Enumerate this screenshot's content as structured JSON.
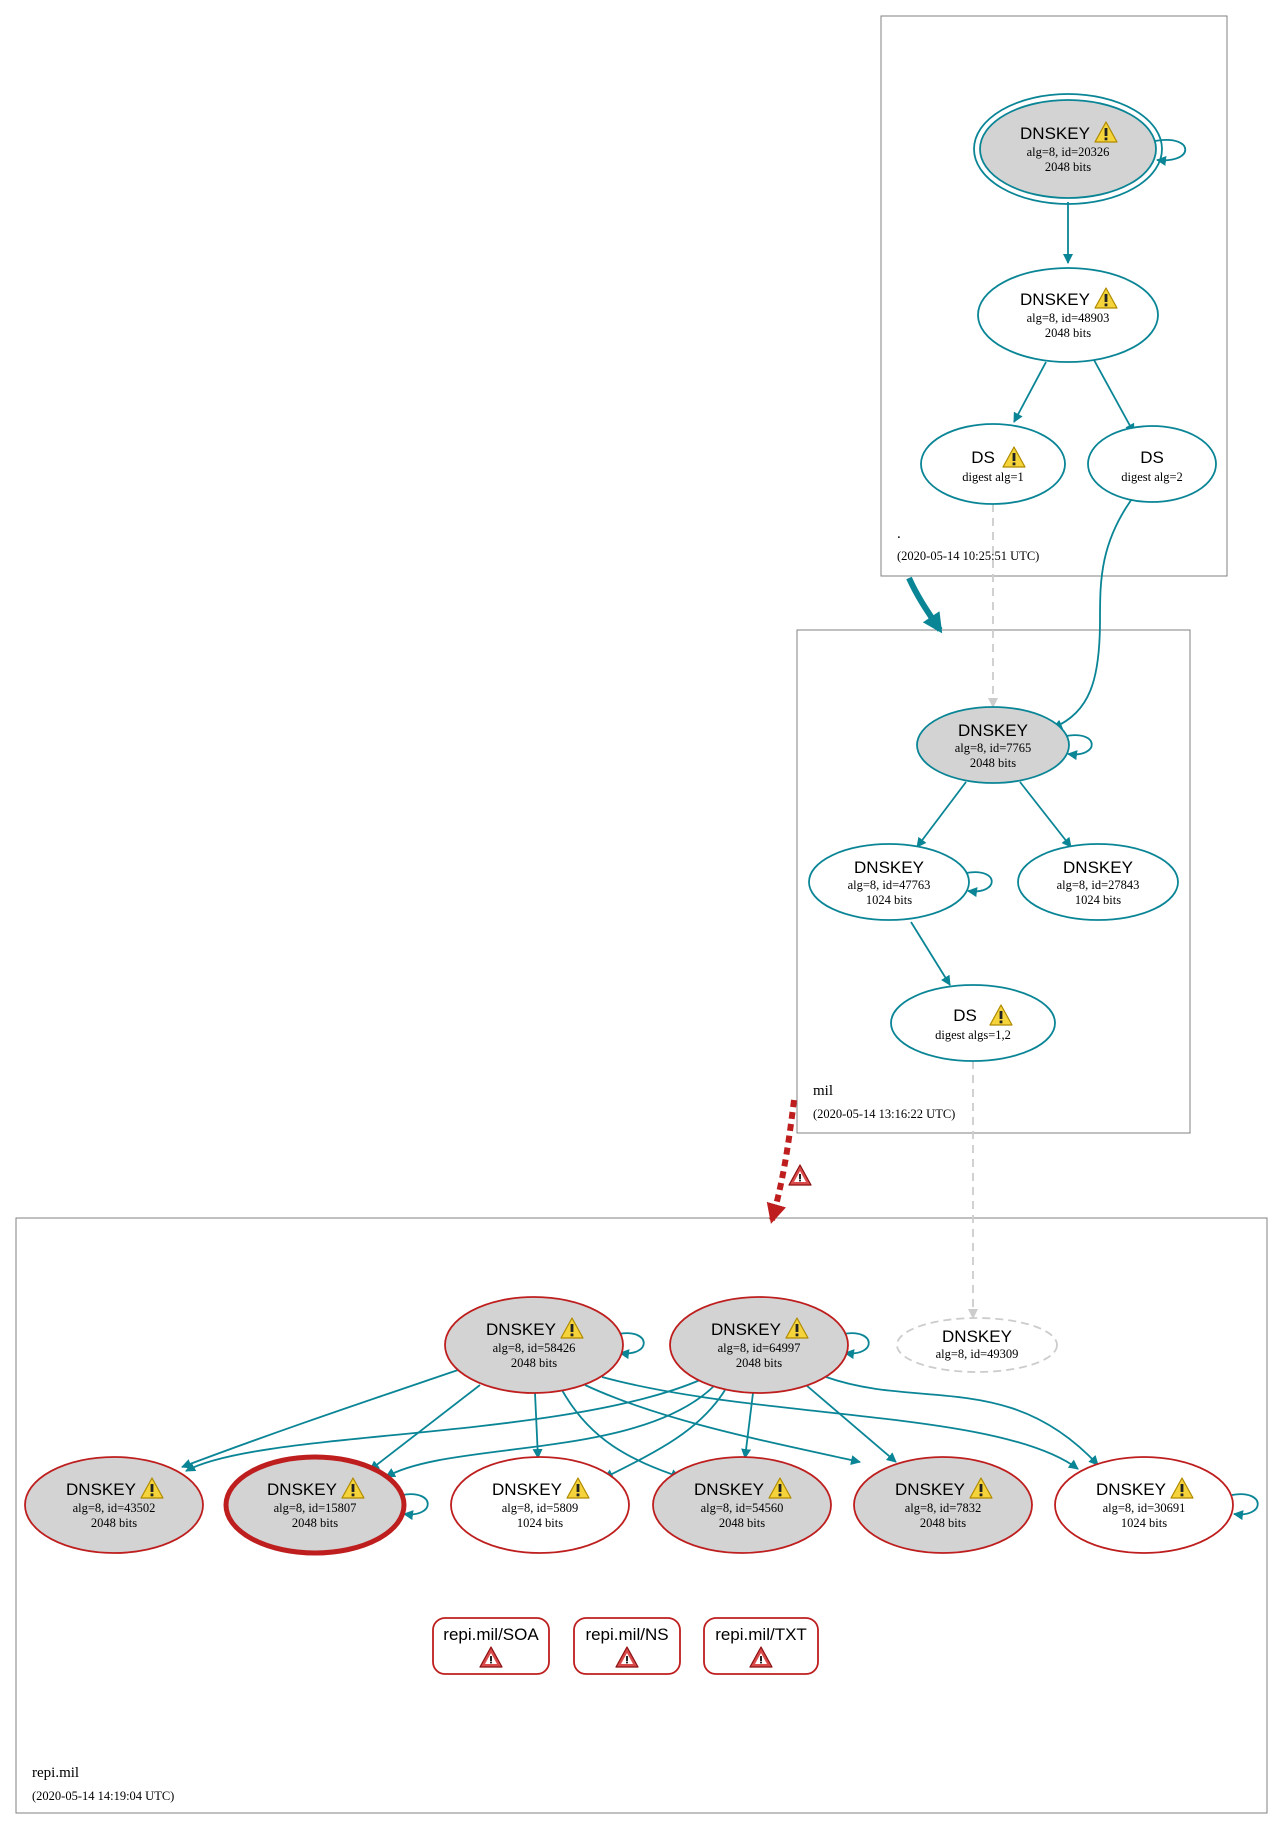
{
  "colors": {
    "edge": "#0a8596",
    "bogus": "#be1e1e",
    "insecure": "#cccccc",
    "node_fill": "#d3d3d3",
    "zone_border": "#808080"
  },
  "zones": {
    "root": {
      "name": ".",
      "timestamp": "(2020-05-14 10:25:51 UTC)"
    },
    "mil": {
      "name": "mil",
      "timestamp": "(2020-05-14 13:16:22 UTC)"
    },
    "repi": {
      "name": "repi.mil",
      "timestamp": "(2020-05-14 14:19:04 UTC)"
    }
  },
  "nodes": {
    "root_ksk": {
      "title": "DNSKEY",
      "line1": "alg=8, id=20326",
      "line2": "2048 bits",
      "warning": true,
      "filled": true,
      "status": "secure",
      "trust_anchor": true
    },
    "root_zsk": {
      "title": "DNSKEY",
      "line1": "alg=8, id=48903",
      "line2": "2048 bits",
      "warning": true,
      "filled": false,
      "status": "secure"
    },
    "root_ds1": {
      "title": "DS",
      "line1": "digest alg=1",
      "line2": "",
      "warning": true,
      "filled": false,
      "status": "secure"
    },
    "root_ds2": {
      "title": "DS",
      "line1": "digest alg=2",
      "line2": "",
      "warning": false,
      "filled": false,
      "status": "secure"
    },
    "mil_ksk": {
      "title": "DNSKEY",
      "line1": "alg=8, id=7765",
      "line2": "2048 bits",
      "warning": false,
      "filled": true,
      "status": "secure"
    },
    "mil_zsk1": {
      "title": "DNSKEY",
      "line1": "alg=8, id=47763",
      "line2": "1024 bits",
      "warning": false,
      "filled": false,
      "status": "secure"
    },
    "mil_zsk2": {
      "title": "DNSKEY",
      "line1": "alg=8, id=27843",
      "line2": "1024 bits",
      "warning": false,
      "filled": false,
      "status": "secure"
    },
    "mil_ds": {
      "title": "DS",
      "line1": "digest algs=1,2",
      "line2": "",
      "warning": true,
      "filled": false,
      "status": "secure"
    },
    "repi_49309": {
      "title": "DNSKEY",
      "line1": "alg=8, id=49309",
      "line2": "",
      "warning": false,
      "filled": false,
      "status": "insecure"
    },
    "repi_58426": {
      "title": "DNSKEY",
      "line1": "alg=8, id=58426",
      "line2": "2048 bits",
      "warning": true,
      "filled": true,
      "status": "bogus"
    },
    "repi_64997": {
      "title": "DNSKEY",
      "line1": "alg=8, id=64997",
      "line2": "2048 bits",
      "warning": true,
      "filled": true,
      "status": "bogus"
    },
    "repi_43502": {
      "title": "DNSKEY",
      "line1": "alg=8, id=43502",
      "line2": "2048 bits",
      "warning": true,
      "filled": true,
      "status": "bogus"
    },
    "repi_15807": {
      "title": "DNSKEY",
      "line1": "alg=8, id=15807",
      "line2": "2048 bits",
      "warning": true,
      "filled": true,
      "status": "bogus",
      "heavy": true
    },
    "repi_5809": {
      "title": "DNSKEY",
      "line1": "alg=8, id=5809",
      "line2": "1024 bits",
      "warning": true,
      "filled": false,
      "status": "bogus"
    },
    "repi_54560": {
      "title": "DNSKEY",
      "line1": "alg=8, id=54560",
      "line2": "2048 bits",
      "warning": true,
      "filled": true,
      "status": "bogus"
    },
    "repi_7832": {
      "title": "DNSKEY",
      "line1": "alg=8, id=7832",
      "line2": "2048 bits",
      "warning": true,
      "filled": true,
      "status": "bogus"
    },
    "repi_30691": {
      "title": "DNSKEY",
      "line1": "alg=8, id=30691",
      "line2": "1024 bits",
      "warning": true,
      "filled": false,
      "status": "bogus"
    }
  },
  "rrsets": {
    "soa": {
      "label": "repi.mil/SOA",
      "error": true
    },
    "ns": {
      "label": "repi.mil/NS",
      "error": true
    },
    "txt": {
      "label": "repi.mil/TXT",
      "error": true
    }
  },
  "edges": [
    {
      "from": "root_ksk",
      "to": "root_ksk",
      "kind": "self",
      "status": "secure"
    },
    {
      "from": "root_ksk",
      "to": "root_zsk",
      "status": "secure"
    },
    {
      "from": "root_zsk",
      "to": "root_ds1",
      "status": "secure"
    },
    {
      "from": "root_zsk",
      "to": "root_ds2",
      "status": "secure"
    },
    {
      "from": "root_ds1",
      "to": "mil_ksk",
      "status": "insecure",
      "style": "dashed"
    },
    {
      "from": "root_ds2",
      "to": "mil_ksk",
      "status": "secure"
    },
    {
      "from": "root",
      "to": "mil",
      "kind": "delegation",
      "status": "secure"
    },
    {
      "from": "mil_ksk",
      "to": "mil_ksk",
      "kind": "self",
      "status": "secure"
    },
    {
      "from": "mil_ksk",
      "to": "mil_zsk1",
      "status": "secure"
    },
    {
      "from": "mil_ksk",
      "to": "mil_zsk2",
      "status": "secure"
    },
    {
      "from": "mil_zsk1",
      "to": "mil_zsk1",
      "kind": "self",
      "status": "secure"
    },
    {
      "from": "mil_zsk1",
      "to": "mil_ds",
      "status": "secure"
    },
    {
      "from": "mil_ds",
      "to": "repi_49309",
      "status": "insecure",
      "style": "dashed"
    },
    {
      "from": "mil",
      "to": "repi",
      "kind": "delegation",
      "status": "bogus",
      "warning": true
    },
    {
      "from": "repi_58426",
      "to": "repi_58426",
      "kind": "self",
      "status": "secure"
    },
    {
      "from": "repi_64997",
      "to": "repi_64997",
      "kind": "self",
      "status": "secure"
    },
    {
      "from": "repi_15807",
      "to": "repi_15807",
      "kind": "self",
      "status": "secure"
    },
    {
      "from": "repi_30691",
      "to": "repi_30691",
      "kind": "self",
      "status": "secure"
    },
    {
      "from": "repi_58426",
      "to": "repi_43502",
      "status": "secure"
    },
    {
      "from": "repi_58426",
      "to": "repi_15807",
      "status": "secure"
    },
    {
      "from": "repi_58426",
      "to": "repi_5809",
      "status": "secure"
    },
    {
      "from": "repi_58426",
      "to": "repi_54560",
      "status": "secure"
    },
    {
      "from": "repi_58426",
      "to": "repi_7832",
      "status": "secure"
    },
    {
      "from": "repi_58426",
      "to": "repi_30691",
      "status": "secure"
    },
    {
      "from": "repi_64997",
      "to": "repi_43502",
      "status": "secure"
    },
    {
      "from": "repi_64997",
      "to": "repi_15807",
      "status": "secure"
    },
    {
      "from": "repi_64997",
      "to": "repi_5809",
      "status": "secure"
    },
    {
      "from": "repi_64997",
      "to": "repi_54560",
      "status": "secure"
    },
    {
      "from": "repi_64997",
      "to": "repi_7832",
      "status": "secure"
    },
    {
      "from": "repi_64997",
      "to": "repi_30691",
      "status": "secure"
    }
  ]
}
